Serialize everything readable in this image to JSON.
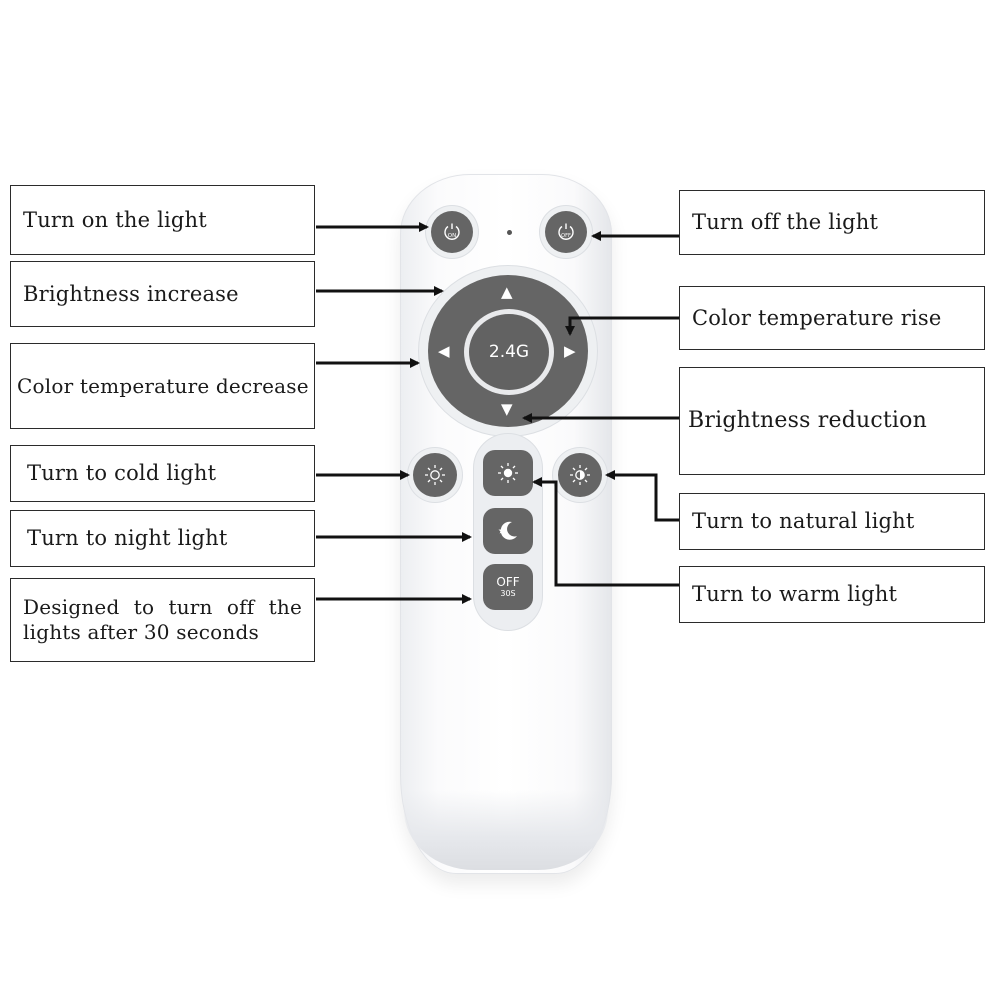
{
  "labels": {
    "turn_on": "Turn on the light",
    "brightness_increase": "Brightness increase",
    "color_temp_decrease": "Color temperature decrease",
    "cold_light": "Turn to cold light",
    "night_light": "Turn to night light",
    "off_30s": "Designed to turn off the lights after 30 seconds",
    "turn_off": "Turn off the light",
    "color_temp_rise": "Color temperature rise",
    "brightness_reduction": "Brightness reduction",
    "natural_light": "Turn to natural light",
    "warm_light": "Turn to warm light"
  },
  "remote": {
    "on_label": "ON",
    "off_label": "OFF",
    "center_label": "2.4G",
    "timer_off": "OFF",
    "timer_seconds": "30S",
    "icons": [
      "power-icon",
      "arrow-up-icon",
      "arrow-down-icon",
      "arrow-left-icon",
      "arrow-right-icon",
      "sun-icon",
      "moon-star-icon"
    ]
  },
  "colors": {
    "button": "#656565",
    "remote_body": "#ffffff",
    "border": "#2b2b2b"
  }
}
